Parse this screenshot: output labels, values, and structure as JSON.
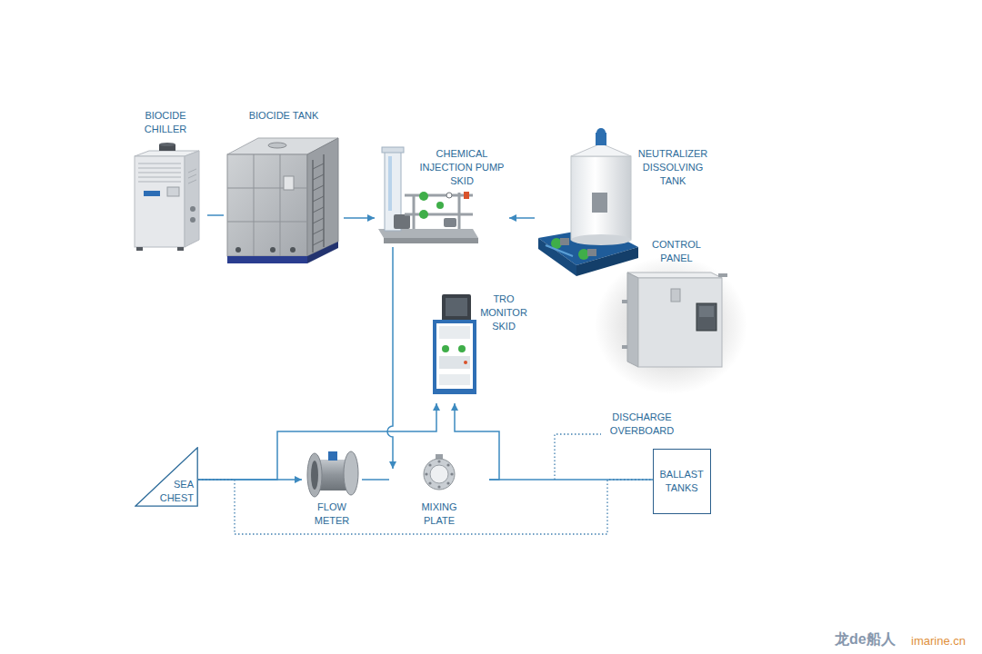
{
  "diagram": {
    "nodes": [
      {
        "text": [
          "BIOCIDE CHILLER"
        ]
      },
      {
        "text": [
          "BIOCIDE TANK"
        ]
      },
      {
        "text": [
          "CHEMICAL INJECTION PUMP SKID"
        ]
      },
      {
        "text": [
          "NEUTRALIZER DISSOLVING TANK"
        ]
      },
      {
        "text": [
          "CONTROL PANEL"
        ]
      },
      {
        "text": [
          "TRO MONITOR SKID"
        ]
      },
      {
        "text": [
          "SEA CHEST"
        ]
      },
      {
        "text": [
          "FLOW METER"
        ]
      },
      {
        "text": [
          "MIXING PLATE"
        ]
      },
      {
        "text": [
          "BALLAST TANKS"
        ]
      }
    ],
    "edges": [
      {
        "from": 0,
        "to": 1,
        "arrow": "none"
      },
      {
        "from": 1,
        "to": 2,
        "arrow": "to"
      },
      {
        "from": 3,
        "to": 2,
        "arrow": "to"
      },
      {
        "from": 2,
        "to": 8,
        "arrow": "to"
      },
      {
        "from": 6,
        "to": 7,
        "arrow": "to"
      },
      {
        "from": 7,
        "to": 8,
        "arrow": "none"
      },
      {
        "from": 8,
        "to": 9,
        "arrow": "none"
      },
      {
        "from": 6,
        "to": 5,
        "arrow": "to"
      },
      {
        "from": 8,
        "to": 5,
        "arrow": "to"
      },
      {
        "from": 6,
        "to": 9,
        "arrow": "none"
      }
    ],
    "labels": [
      "DISCHARGE OVERBOARD",
      "龙de船人",
      "imarine.cn"
    ]
  }
}
